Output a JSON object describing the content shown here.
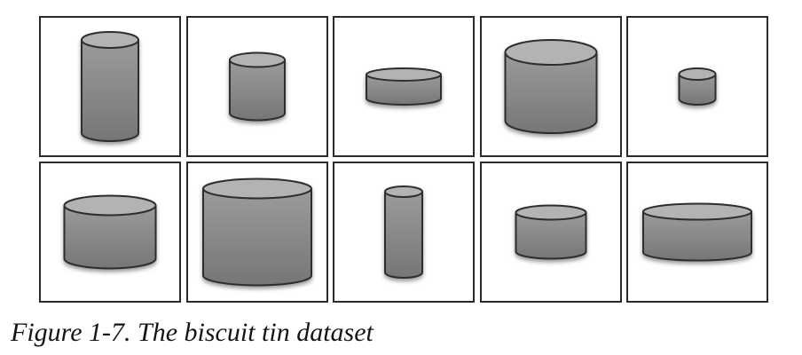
{
  "figure": {
    "caption": "Figure 1-7. The biscuit tin dataset",
    "grid": {
      "rows": 2,
      "cols": 5,
      "panel_count": 10
    },
    "colors": {
      "page_background": "#ffffff",
      "panel_border": "#2b2b2b",
      "cylinder_outline": "#2e2e2e",
      "cylinder_top_fill": "#b3b3b3",
      "cylinder_body_top": "#9b9b9b",
      "cylinder_body_bottom": "#767676"
    },
    "panels": [
      {
        "id": 1,
        "description": "tall medium-width cylinder",
        "cylinder": {
          "width": 64,
          "height": 123,
          "top_ry": 9
        }
      },
      {
        "id": 2,
        "description": "medium-height narrow cylinder",
        "cylinder": {
          "width": 62,
          "height": 76,
          "top_ry": 8
        }
      },
      {
        "id": 3,
        "description": "short wide cylinder",
        "cylinder": {
          "width": 84,
          "height": 41,
          "top_ry": 7
        }
      },
      {
        "id": 4,
        "description": "tall wide cylinder",
        "cylinder": {
          "width": 103,
          "height": 105,
          "top_ry": 14
        }
      },
      {
        "id": 5,
        "description": "small short narrow cylinder",
        "cylinder": {
          "width": 41,
          "height": 41,
          "top_ry": 6.5
        }
      },
      {
        "id": 6,
        "description": "medium wide cylinder",
        "cylinder": {
          "width": 103,
          "height": 82,
          "top_ry": 11
        }
      },
      {
        "id": 7,
        "description": "large tall wide cylinder",
        "cylinder": {
          "width": 122,
          "height": 120,
          "top_ry": 11
        }
      },
      {
        "id": 8,
        "description": "tall thin cylinder",
        "cylinder": {
          "width": 42,
          "height": 103,
          "top_ry": 6
        }
      },
      {
        "id": 9,
        "description": "short medium cylinder",
        "cylinder": {
          "width": 79,
          "height": 60,
          "top_ry": 8
        }
      },
      {
        "id": 10,
        "description": "short very wide cylinder",
        "cylinder": {
          "width": 122,
          "height": 64,
          "top_ry": 9
        }
      }
    ]
  }
}
